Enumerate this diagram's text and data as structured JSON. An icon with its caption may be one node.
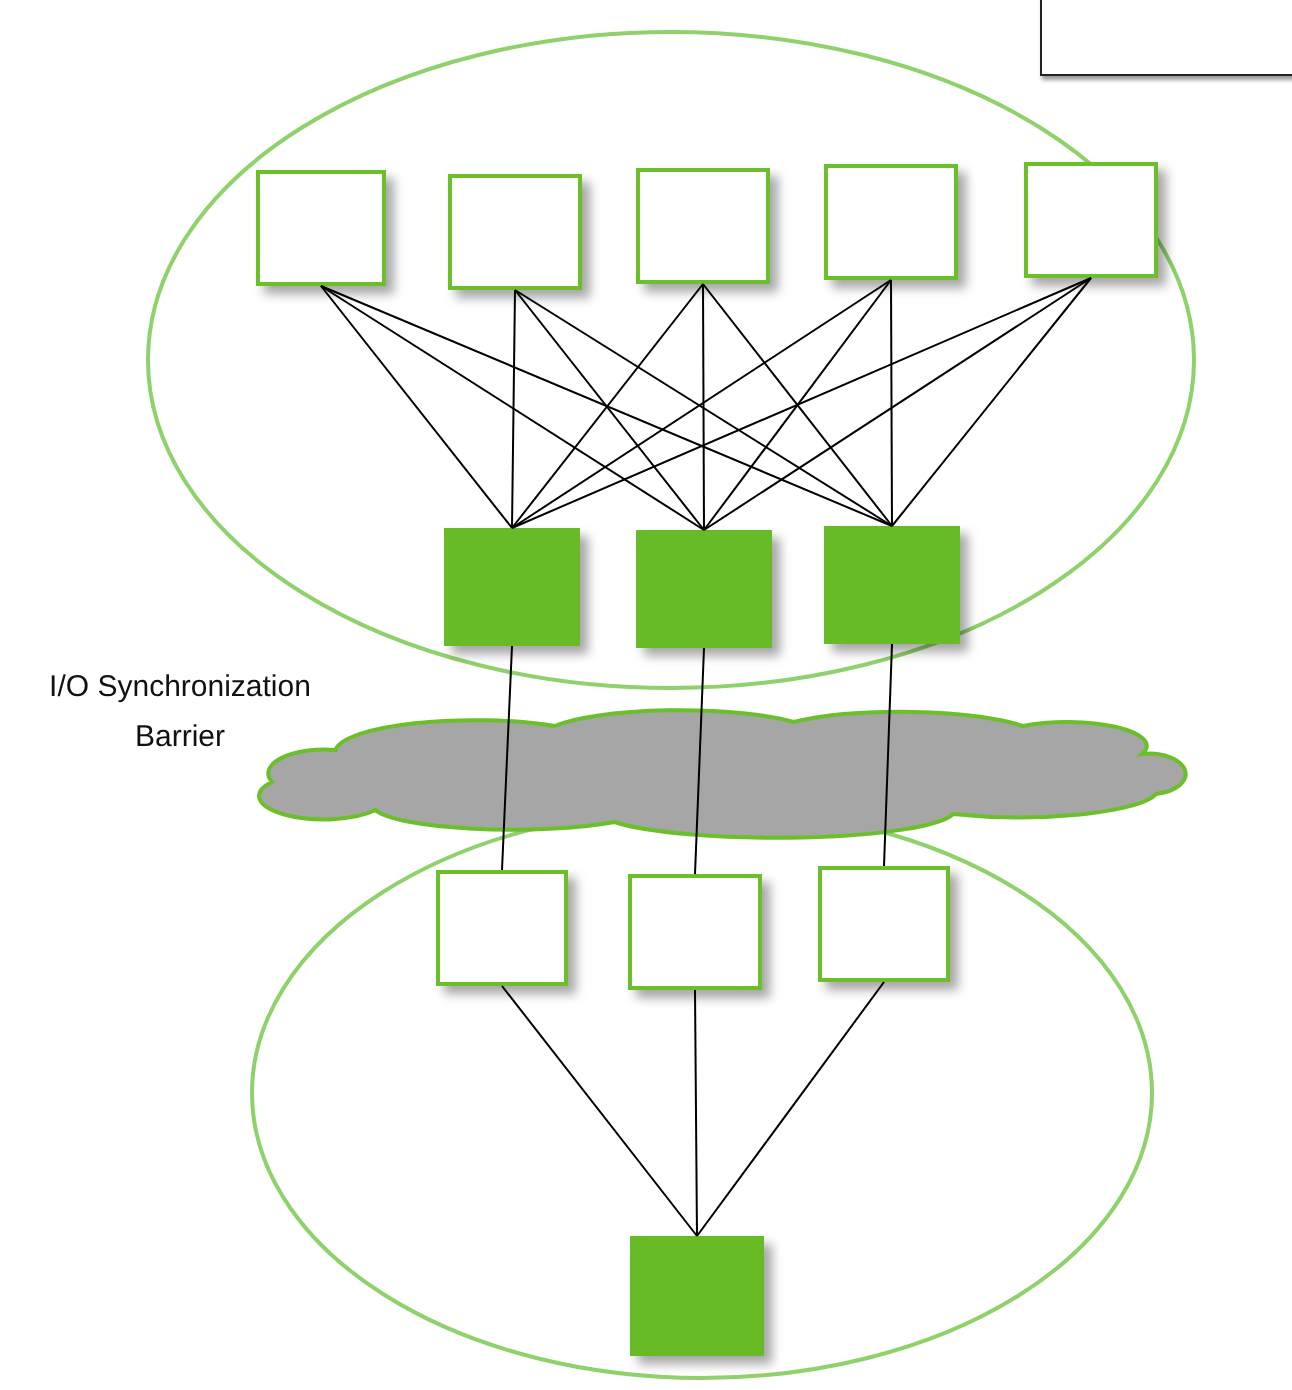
{
  "diagram": {
    "nodes": [
      {
        "text": [],
        "shape": "box"
      },
      {
        "text": [],
        "shape": "ellipse"
      },
      {
        "text": [],
        "shape": "box",
        "in": 1
      },
      {
        "text": [],
        "shape": "box",
        "in": 1
      },
      {
        "text": [],
        "shape": "box",
        "in": 1
      },
      {
        "text": [],
        "shape": "box",
        "in": 1
      },
      {
        "text": [],
        "shape": "box",
        "in": 1
      },
      {
        "text": [],
        "shape": "box",
        "in": 1
      },
      {
        "text": [],
        "shape": "box",
        "in": 1
      },
      {
        "text": [],
        "shape": "box",
        "in": 1
      },
      {
        "text": [],
        "shape": "ellipse"
      },
      {
        "text": [],
        "shape": "box",
        "in": 10
      },
      {
        "text": [],
        "shape": "box",
        "in": 10
      },
      {
        "text": [],
        "shape": "box",
        "in": 10
      },
      {
        "text": [],
        "shape": "box",
        "in": 10
      }
    ],
    "edges": [
      {
        "from": 2,
        "to": 7,
        "arrow": "none"
      },
      {
        "from": 2,
        "to": 8,
        "arrow": "none"
      },
      {
        "from": 2,
        "to": 9,
        "arrow": "none"
      },
      {
        "from": 3,
        "to": 7,
        "arrow": "none"
      },
      {
        "from": 3,
        "to": 8,
        "arrow": "none"
      },
      {
        "from": 3,
        "to": 9,
        "arrow": "none"
      },
      {
        "from": 4,
        "to": 7,
        "arrow": "none"
      },
      {
        "from": 4,
        "to": 8,
        "arrow": "none"
      },
      {
        "from": 4,
        "to": 9,
        "arrow": "none"
      },
      {
        "from": 5,
        "to": 7,
        "arrow": "none"
      },
      {
        "from": 5,
        "to": 8,
        "arrow": "none"
      },
      {
        "from": 5,
        "to": 9,
        "arrow": "none"
      },
      {
        "from": 6,
        "to": 7,
        "arrow": "none"
      },
      {
        "from": 6,
        "to": 8,
        "arrow": "none"
      },
      {
        "from": 6,
        "to": 9,
        "arrow": "none"
      },
      {
        "from": 7,
        "to": 11,
        "arrow": "none"
      },
      {
        "from": 8,
        "to": 12,
        "arrow": "none"
      },
      {
        "from": 9,
        "to": 13,
        "arrow": "none"
      },
      {
        "from": 11,
        "to": 14,
        "arrow": "none"
      },
      {
        "from": 12,
        "to": 14,
        "arrow": "none"
      },
      {
        "from": 13,
        "to": 14,
        "arrow": "none"
      }
    ],
    "labels": [
      "I/O Synchronization Barrier"
    ]
  }
}
